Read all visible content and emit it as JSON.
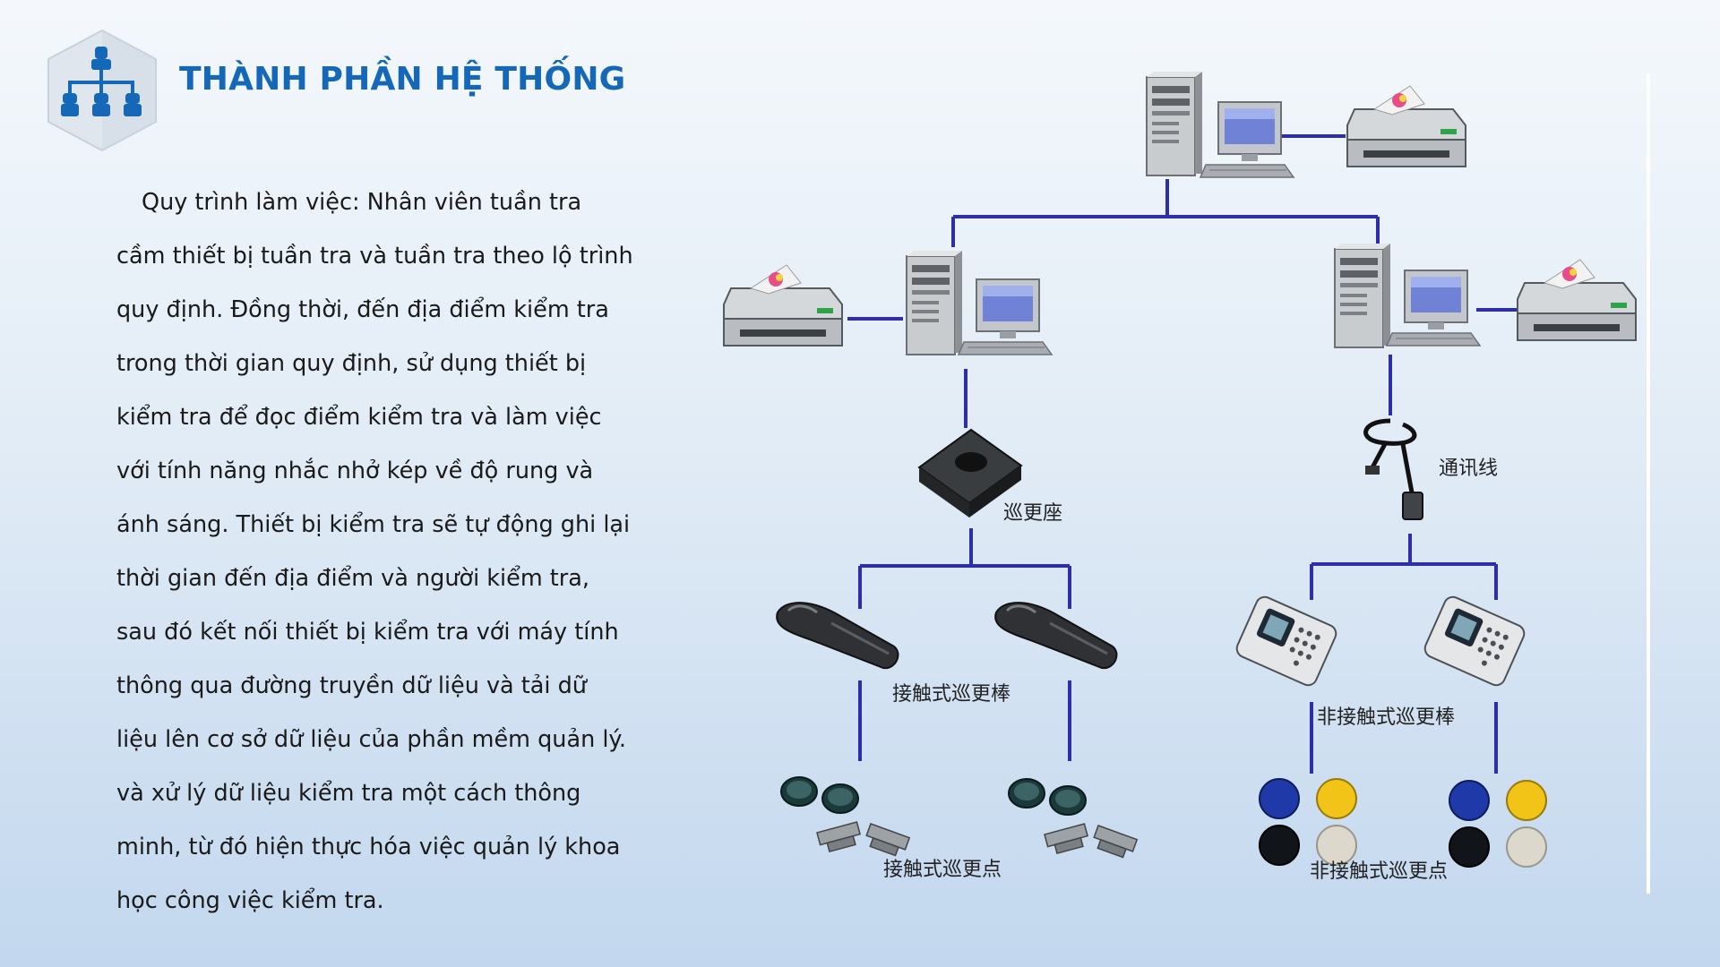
{
  "header": {
    "title": "THÀNH PHẦN HỆ THỐNG",
    "logo_icon": "org-chart-icon"
  },
  "body": {
    "lines": [
      "Quy trình làm việc: Nhân viên tuần tra",
      "cầm thiết bị tuần tra và tuần tra theo lộ trình",
      "quy định. Đồng thời, đến địa điểm kiểm tra",
      "trong thời gian quy định, sử dụng thiết bị",
      "kiểm tra để đọc điểm kiểm tra và làm việc",
      "với tính năng nhắc nhở kép về độ rung và",
      "ánh sáng. Thiết bị kiểm tra sẽ tự động ghi lại",
      "thời gian đến địa điểm và người kiểm tra,",
      "sau đó kết nối thiết bị kiểm tra với máy tính",
      "thông qua đường truyền dữ liệu và tải dữ",
      "liệu lên cơ sở dữ liệu của phần mềm quản lý.",
      "và xử lý dữ liệu kiểm tra một cách thông",
      "minh, từ đó hiện thực hóa việc quản lý khoa",
      "học công việc kiểm tra."
    ]
  },
  "diagram": {
    "labels": {
      "base": "巡更座",
      "cable": "通讯线",
      "contact_stick": "接触式巡更棒",
      "noncontact_stick": "非接触式巡更棒",
      "contact_point": "接触式巡更点",
      "noncontact_point": "非接触式巡更点"
    },
    "colors": {
      "line": "#2e2ea8",
      "accent": "#1568b8"
    }
  }
}
